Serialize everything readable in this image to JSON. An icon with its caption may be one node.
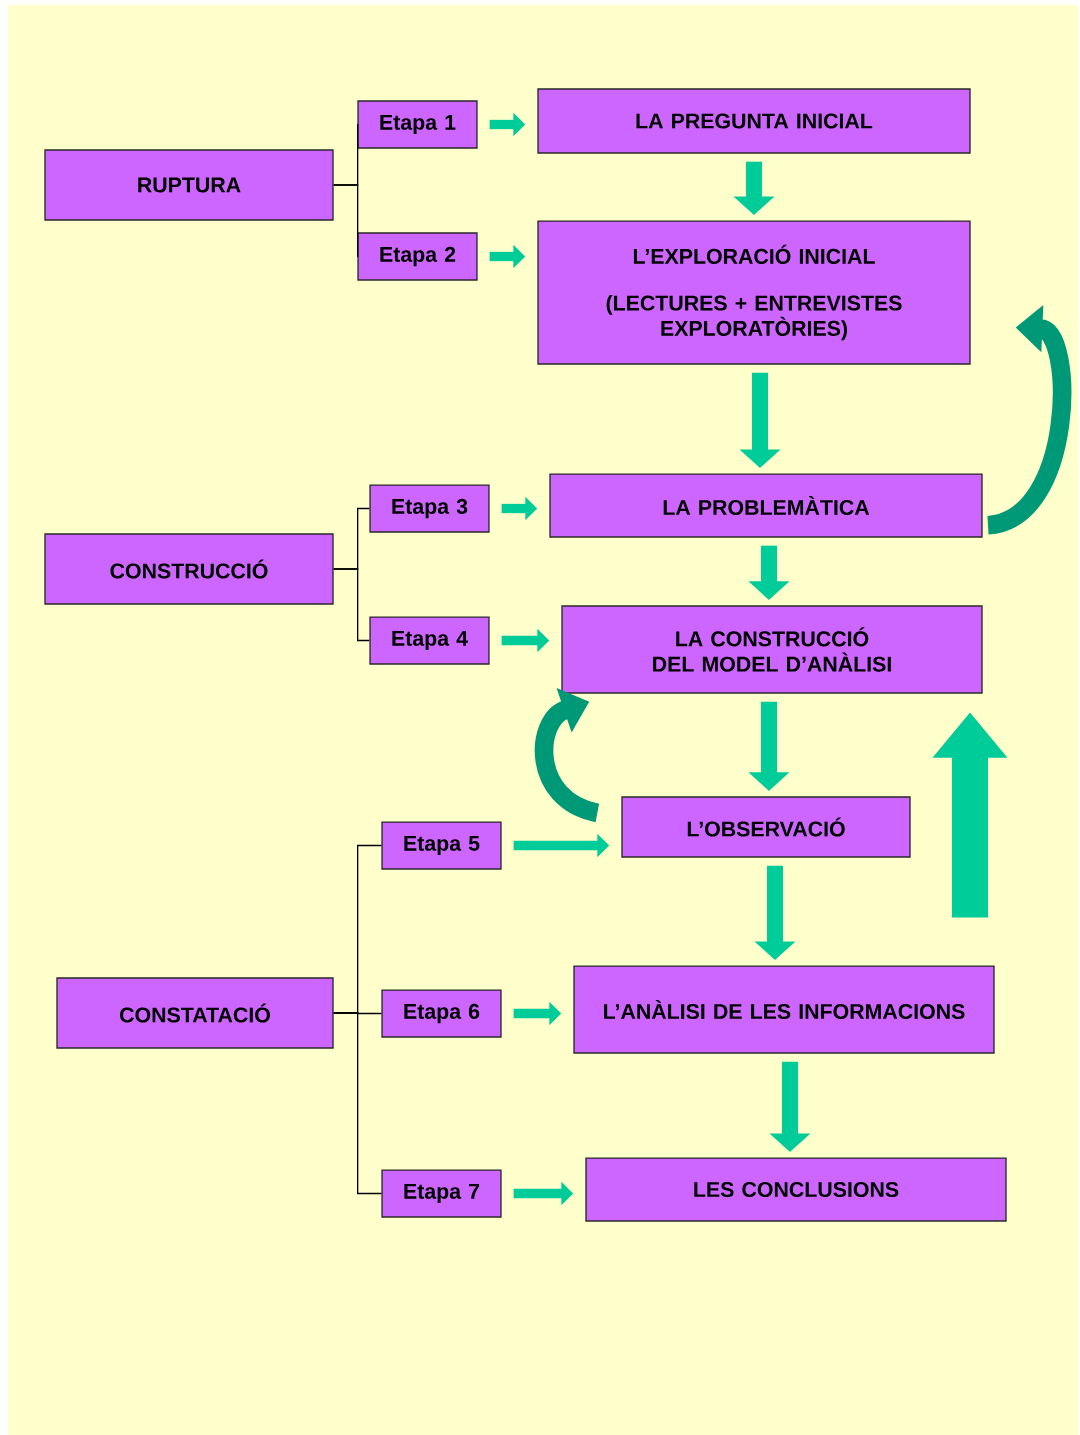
{
  "diagram": {
    "nodes": [
      {
        "text": [
          "RUPTURA"
        ]
      },
      {
        "text": [
          "Etapa 1"
        ]
      },
      {
        "text": [
          "Etapa 2"
        ]
      },
      {
        "text": [
          "LA PREGUNTA INICIAL"
        ]
      },
      {
        "text": [
          "L’EXPLORACIÓ INICIAL",
          "(LECTURES + ENTREVISTES EXPLORATÒRIES)"
        ]
      },
      {
        "text": [
          "CONSTRUCCIÓ"
        ]
      },
      {
        "text": [
          "Etapa 3"
        ]
      },
      {
        "text": [
          "Etapa 4"
        ]
      },
      {
        "text": [
          "LA PROBLEMÀTICA"
        ]
      },
      {
        "text": [
          "LA CONSTRUCCIÓ DEL MODEL D’ANÀLISI"
        ]
      },
      {
        "text": [
          "CONSTATACIÓ"
        ]
      },
      {
        "text": [
          "Etapa 5"
        ]
      },
      {
        "text": [
          "Etapa 6"
        ]
      },
      {
        "text": [
          "Etapa 7"
        ]
      },
      {
        "text": [
          "L’OBSERVACIÓ"
        ]
      },
      {
        "text": [
          "L’ANÀLISI DE LES INFORMACIONS"
        ]
      },
      {
        "text": [
          "LES CONCLUSIONS"
        ]
      }
    ],
    "edges": [
      {
        "from": 0,
        "to": 1,
        "arrow": "none",
        "color": "#000000"
      },
      {
        "from": 0,
        "to": 2,
        "arrow": "none",
        "color": "#000000"
      },
      {
        "from": 1,
        "to": 3,
        "arrow": "to"
      },
      {
        "from": 2,
        "to": 4,
        "arrow": "to"
      },
      {
        "from": 3,
        "to": 4,
        "arrow": "to"
      },
      {
        "from": 4,
        "to": 8,
        "arrow": "to"
      },
      {
        "from": 5,
        "to": 6,
        "arrow": "none",
        "color": "#000000"
      },
      {
        "from": 5,
        "to": 7,
        "arrow": "none",
        "color": "#000000"
      },
      {
        "from": 6,
        "to": 8,
        "arrow": "to"
      },
      {
        "from": 7,
        "to": 9,
        "arrow": "to"
      },
      {
        "from": 8,
        "to": 9,
        "arrow": "to"
      },
      {
        "from": 8,
        "to": 4,
        "arrow": "to",
        "style": "thick",
        "color": "#009977"
      },
      {
        "from": 9,
        "to": 14,
        "arrow": "to"
      },
      {
        "from": 10,
        "to": 11,
        "arrow": "none",
        "color": "#000000"
      },
      {
        "from": 10,
        "to": 12,
        "arrow": "none",
        "color": "#000000"
      },
      {
        "from": 10,
        "to": 13,
        "arrow": "none",
        "color": "#000000"
      },
      {
        "from": 11,
        "to": 14,
        "arrow": "to"
      },
      {
        "from": 14,
        "to": 9,
        "arrow": "to",
        "style": "thick",
        "color": "#009977"
      },
      {
        "from": 12,
        "to": 15,
        "arrow": "to"
      },
      {
        "from": 14,
        "to": 15,
        "arrow": "to"
      },
      {
        "from": 15,
        "to": 9,
        "arrow": "to",
        "style": "thick"
      },
      {
        "from": 13,
        "to": 16,
        "arrow": "to"
      },
      {
        "from": 15,
        "to": 16,
        "arrow": "to"
      }
    ]
  }
}
